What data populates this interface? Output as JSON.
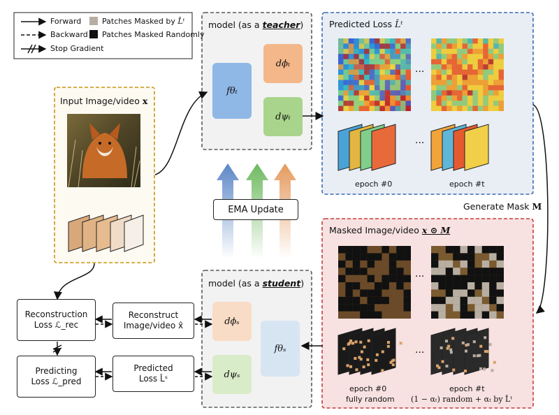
{
  "legend": {
    "forward": "Forward",
    "backward": "Backward",
    "stop_gradient": "Stop Gradient",
    "masked_by_loss": "Patches Masked by",
    "masked_by_loss_symbol": "L̂ᵗ",
    "masked_randomly": "Patches Masked Randomly"
  },
  "input": {
    "title": "Input Image/video",
    "symbol": "x"
  },
  "teacher": {
    "title_prefix": "model (as a",
    "title_role": "teacher",
    "title_suffix": ")",
    "f": "fθₜ",
    "d_phi": "dϕₜ",
    "d_psi": "dψₜ"
  },
  "student": {
    "title_prefix": "model (as a",
    "title_role": "student",
    "title_suffix": ")",
    "f": "fθₛ",
    "d_phi": "dϕₛ",
    "d_psi": "dψₛ"
  },
  "ema": {
    "label": "EMA Update"
  },
  "predicted_loss_panel": {
    "title": "Predicted Loss",
    "symbol": "L̂ᵗ",
    "epoch0": "epoch #0",
    "epocht": "epoch #t",
    "ellipsis": "···"
  },
  "generate_mask": {
    "label": "Generate Mask",
    "symbol": "M"
  },
  "masked_panel": {
    "title": "Masked Image/video",
    "symbol": "x ⊙ M",
    "epoch0": "epoch #0",
    "epoch0_sub": "fully random",
    "epocht": "epoch #t",
    "epocht_sub": "(1 − αₜ) random + αₜ by L̂ᵗ",
    "ellipsis": "···"
  },
  "boxes": {
    "reconstruction_loss_line1": "Reconstruction",
    "reconstruction_loss_line2": "Loss ℒ_rec",
    "reconstruct_line1": "Reconstruct",
    "reconstruct_line2": "Image/video x̂",
    "predicting_loss_line1": "Predicting",
    "predicting_loss_line2": "Loss ℒ_pred",
    "predicted_loss_line1": "Predicted",
    "predicted_loss_line2": "Loss L̂ˢ"
  },
  "colors": {
    "teacher_panel_border": "#5a5a5a",
    "predicted_panel_border": "#3a6ab5",
    "predicted_panel_fill": "#e9eef5",
    "masked_panel_border": "#c43b3b",
    "masked_panel_fill": "#f8e1e1",
    "input_panel_border": "#c9950f",
    "f_box": "#8fb8e6",
    "d_phi_box": "#f4b78a",
    "d_psi_box": "#a9d48c",
    "student_f_box": "#d7e5f3",
    "student_dphi_box": "#f9dcc6",
    "student_dpsi_box": "#d9ecc9",
    "ema_blue": "#5b86c6",
    "ema_green": "#6db95e",
    "ema_orange": "#e59a5e"
  }
}
